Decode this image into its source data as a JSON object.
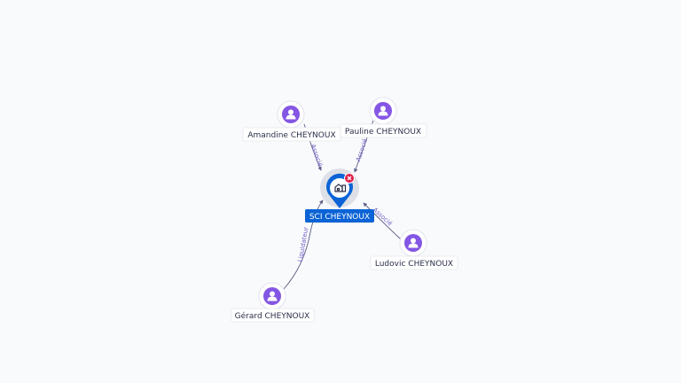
{
  "graph": {
    "center": {
      "name": "SCI CHEYNOUX",
      "icon": "building-icon",
      "badge_icon": "close-icon",
      "colors": {
        "pin": "#0b63d6",
        "label_bg": "#0b63d6",
        "badge": "#e11d48"
      }
    },
    "people": [
      {
        "name": "Amandine CHEYNOUX",
        "relation": "Associé"
      },
      {
        "name": "Pauline CHEYNOUX",
        "relation": "Associé"
      },
      {
        "name": "Ludovic CHEYNOUX",
        "relation": "Associé"
      },
      {
        "name": "Gérard CHEYNOUX",
        "relation": "Liquidateur"
      }
    ],
    "colors": {
      "person": "#8456e4",
      "edge": "#5b5f87",
      "edge_label": "#6e5cc4"
    }
  }
}
